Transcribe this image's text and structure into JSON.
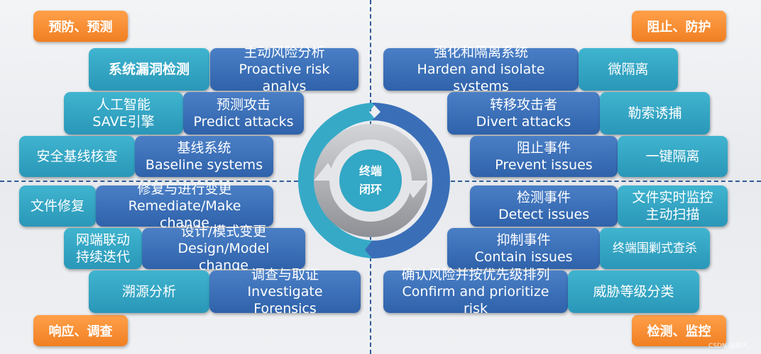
{
  "corners": {
    "top_left": "预防、预测",
    "top_right": "阻止、防护",
    "bottom_left": "响应、调查",
    "bottom_right": "检测、监控"
  },
  "center": {
    "line1": "终端",
    "line2": "闭环"
  },
  "left_rows": [
    {
      "product": "系统漏洞检测",
      "step_cn": "主动风险分析",
      "step_en": "Proactive risk",
      "step_en2": "analys"
    },
    {
      "product": "人工智能",
      "product2": "SAVE引擎",
      "step_cn": "预测攻击",
      "step_en": "Predict attacks"
    },
    {
      "product": "安全基线核查",
      "step_cn": "基线系统",
      "step_en": "Baseline systems"
    },
    {
      "product": "文件修复",
      "step_cn": "修复与进行变更",
      "step_en": "Remediate/Make",
      "step_en2": "change"
    },
    {
      "product": "网端联动",
      "product2": "持续迭代",
      "step_cn": "设计/模式变更",
      "step_en": "Design/Model",
      "step_en2": "change"
    },
    {
      "product": "溯源分析",
      "step_cn": "调查与取证",
      "step_en": "Investigate",
      "step_en2": "Forensics"
    }
  ],
  "right_rows": [
    {
      "product": "微隔离",
      "step_cn": "强化和隔离系统",
      "step_en": "Harden and isolate",
      "step_en2": "systems"
    },
    {
      "product": "勒索诱捕",
      "step_cn": "转移攻击者",
      "step_en": "Divert attacks"
    },
    {
      "product": "一键隔离",
      "step_cn": "阻止事件",
      "step_en": "Prevent issues"
    },
    {
      "product": "文件实时监控",
      "product2": "主动扫描",
      "step_cn": "检测事件",
      "step_en": "Detect issues"
    },
    {
      "product": "终端围剿式查杀",
      "step_cn": "抑制事件",
      "step_en": "Contain issues"
    },
    {
      "product": "威胁等级分类",
      "step_cn": "确认风险并按优先级排列",
      "step_en": "Confirm and prioritize",
      "step_en2": "risk"
    }
  ],
  "credit": "CSDN @雨天_",
  "colors": {
    "teal": "#35a8c6",
    "blue": "#3a6fb8",
    "orange": "#f58a2c",
    "dashed_line": "#2f5d95"
  }
}
